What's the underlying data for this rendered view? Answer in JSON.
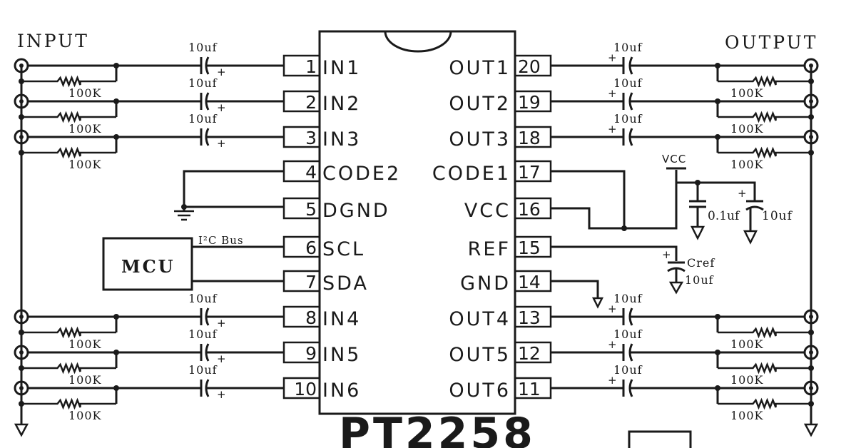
{
  "title": "PT2258",
  "headers": {
    "input": "INPUT",
    "output": "OUTPUT"
  },
  "chip": {
    "name": "PT2258",
    "left_pins": [
      {
        "num": "1",
        "name": "IN1"
      },
      {
        "num": "2",
        "name": "IN2"
      },
      {
        "num": "3",
        "name": "IN3"
      },
      {
        "num": "4",
        "name": "CODE2"
      },
      {
        "num": "5",
        "name": "DGND"
      },
      {
        "num": "6",
        "name": "SCL"
      },
      {
        "num": "7",
        "name": "SDA"
      },
      {
        "num": "8",
        "name": "IN4"
      },
      {
        "num": "9",
        "name": "IN5"
      },
      {
        "num": "10",
        "name": "IN6"
      }
    ],
    "right_pins": [
      {
        "num": "20",
        "name": "OUT1"
      },
      {
        "num": "19",
        "name": "OUT2"
      },
      {
        "num": "18",
        "name": "OUT3"
      },
      {
        "num": "17",
        "name": "CODE1"
      },
      {
        "num": "16",
        "name": "VCC"
      },
      {
        "num": "15",
        "name": "REF"
      },
      {
        "num": "14",
        "name": "GND"
      },
      {
        "num": "13",
        "name": "OUT4"
      },
      {
        "num": "12",
        "name": "OUT5"
      },
      {
        "num": "11",
        "name": "OUT6"
      }
    ]
  },
  "components": {
    "coupling_cap": "10uf",
    "resistor": "100K",
    "plus": "+",
    "mcu": "MCU",
    "i2c_bus": "I²C Bus",
    "vcc": "VCC",
    "decoupling_small": "0.1uf",
    "decoupling_large": "10uf",
    "cref": "Cref",
    "cref_value": "10uf"
  }
}
